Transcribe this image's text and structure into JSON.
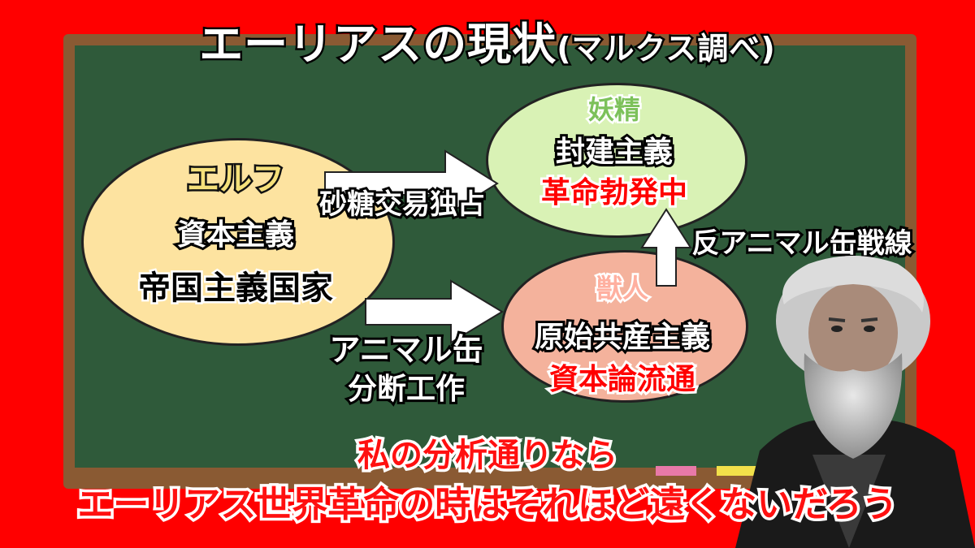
{
  "title": {
    "main": "エーリアスの現状",
    "sub": "(マルクス調べ)"
  },
  "elf": {
    "race": "エルフ",
    "system": "資本主義",
    "state": "帝国主義国家"
  },
  "fairy": {
    "race": "妖精",
    "system": "封建主義",
    "status": "革命勃発中"
  },
  "beast": {
    "race": "獣人",
    "system": "原始共産主義",
    "status": "資本論流通"
  },
  "arrows": {
    "elf_to_fairy": "砂糖交易独占",
    "elf_to_beast_line1": "アニマル缶",
    "elf_to_beast_line2": "分断工作",
    "beast_to_fairy": "反アニマル缶戦線"
  },
  "conclusion": {
    "line1": "私の分析通りなら",
    "line2": "エーリアス世界革命の時はそれほど遠くないだろう"
  },
  "colors": {
    "background": "#ff0000",
    "board": "#2f5a3a",
    "elf": "#fde3a0",
    "fairy": "#d9f2b5",
    "beast": "#f4b29c"
  }
}
